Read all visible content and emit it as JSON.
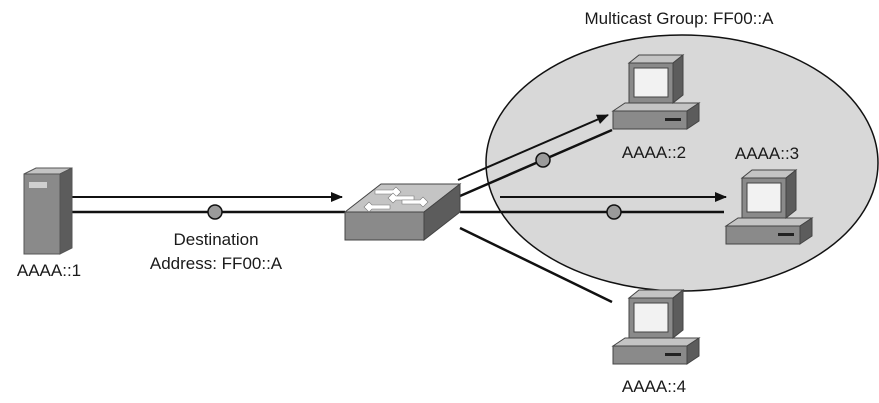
{
  "diagram": {
    "group_label": "Multicast Group: FF00::A",
    "source": {
      "address": "AAAA::1"
    },
    "destination_label": {
      "line1": "Destination",
      "line2": "Address: FF00::A"
    },
    "hosts": [
      {
        "address": "AAAA::2",
        "in_group": true
      },
      {
        "address": "AAAA::3",
        "in_group": true
      },
      {
        "address": "AAAA::4",
        "in_group": false
      }
    ],
    "colors": {
      "group_fill": "#d8d8d8",
      "device_gray": "#8a8a8a",
      "device_light": "#c4c4c4",
      "device_dark": "#5c5c5c",
      "link": "#111111",
      "packet": "#9a9a9a"
    }
  }
}
